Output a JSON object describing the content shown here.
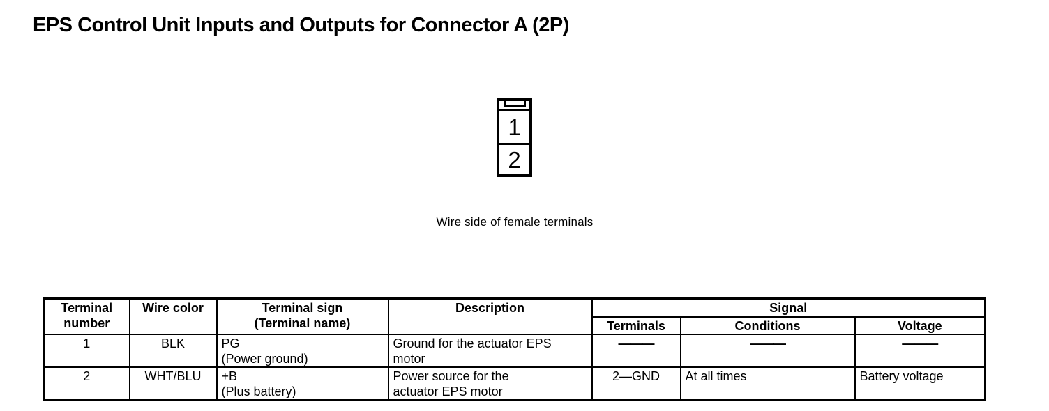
{
  "page": {
    "title": "EPS Control Unit Inputs and Outputs for Connector A (2P)"
  },
  "diagram": {
    "pin1": "1",
    "pin2": "2",
    "caption": "Wire side of female terminals"
  },
  "table": {
    "headers": {
      "terminal_number": "Terminal\nnumber",
      "wire_color": "Wire color",
      "terminal_sign": "Terminal sign\n(Terminal name)",
      "description": "Description",
      "signal": "Signal",
      "terminals": "Terminals",
      "conditions": "Conditions",
      "voltage": "Voltage"
    },
    "rows": [
      {
        "terminal_number": "1",
        "wire_color": "BLK",
        "terminal_sign": "PG\n(Power ground)",
        "description": "Ground for the actuator EPS\nmotor",
        "terminals": "———",
        "conditions": "———",
        "voltage": "———"
      },
      {
        "terminal_number": "2",
        "wire_color": "WHT/BLU",
        "terminal_sign": "+B\n(Plus battery)",
        "description": "Power source for the\nactuator EPS motor",
        "terminals": "2—GND",
        "conditions": "At all times",
        "voltage": "Battery voltage"
      }
    ]
  },
  "colors": {
    "ink": "#000000",
    "paper": "#ffffff"
  }
}
